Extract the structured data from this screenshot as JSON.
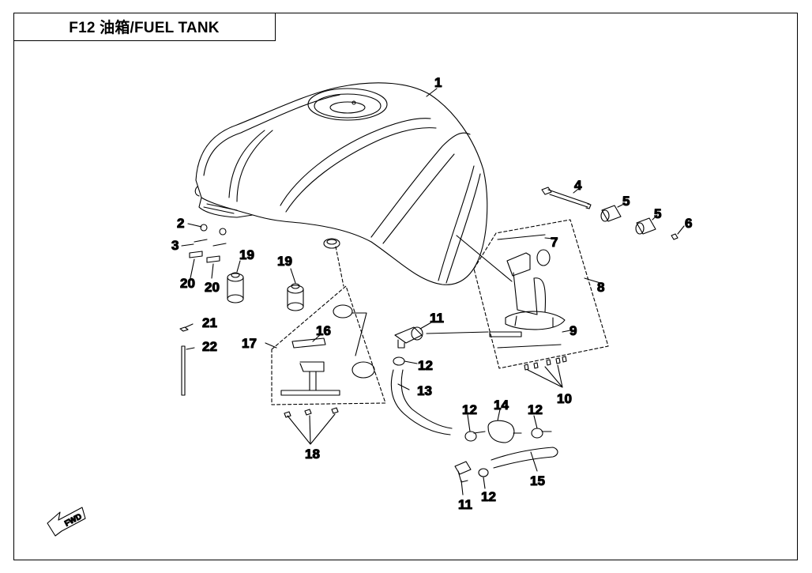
{
  "diagram": {
    "title": "F12  油箱/FUEL TANK",
    "direction_marker": "FWD",
    "callouts": [
      {
        "id": "c1",
        "text": "1"
      },
      {
        "id": "c2",
        "text": "2"
      },
      {
        "id": "c3",
        "text": "3"
      },
      {
        "id": "c4",
        "text": "4"
      },
      {
        "id": "c5a",
        "text": "5"
      },
      {
        "id": "c5b",
        "text": "5"
      },
      {
        "id": "c6",
        "text": "6"
      },
      {
        "id": "c7",
        "text": "7"
      },
      {
        "id": "c8",
        "text": "8"
      },
      {
        "id": "c9",
        "text": "9"
      },
      {
        "id": "c10",
        "text": "10"
      },
      {
        "id": "c11a",
        "text": "11"
      },
      {
        "id": "c11b",
        "text": "11"
      },
      {
        "id": "c12a",
        "text": "12"
      },
      {
        "id": "c12b",
        "text": "12"
      },
      {
        "id": "c12c",
        "text": "12"
      },
      {
        "id": "c12d",
        "text": "12"
      },
      {
        "id": "c13",
        "text": "13"
      },
      {
        "id": "c14",
        "text": "14"
      },
      {
        "id": "c15",
        "text": "15"
      },
      {
        "id": "c16",
        "text": "16"
      },
      {
        "id": "c17",
        "text": "17"
      },
      {
        "id": "c18",
        "text": "18"
      },
      {
        "id": "c19a",
        "text": "19"
      },
      {
        "id": "c19b",
        "text": "19"
      },
      {
        "id": "c20a",
        "text": "20"
      },
      {
        "id": "c20b",
        "text": "20"
      },
      {
        "id": "c21",
        "text": "21"
      },
      {
        "id": "c22",
        "text": "22"
      }
    ]
  }
}
